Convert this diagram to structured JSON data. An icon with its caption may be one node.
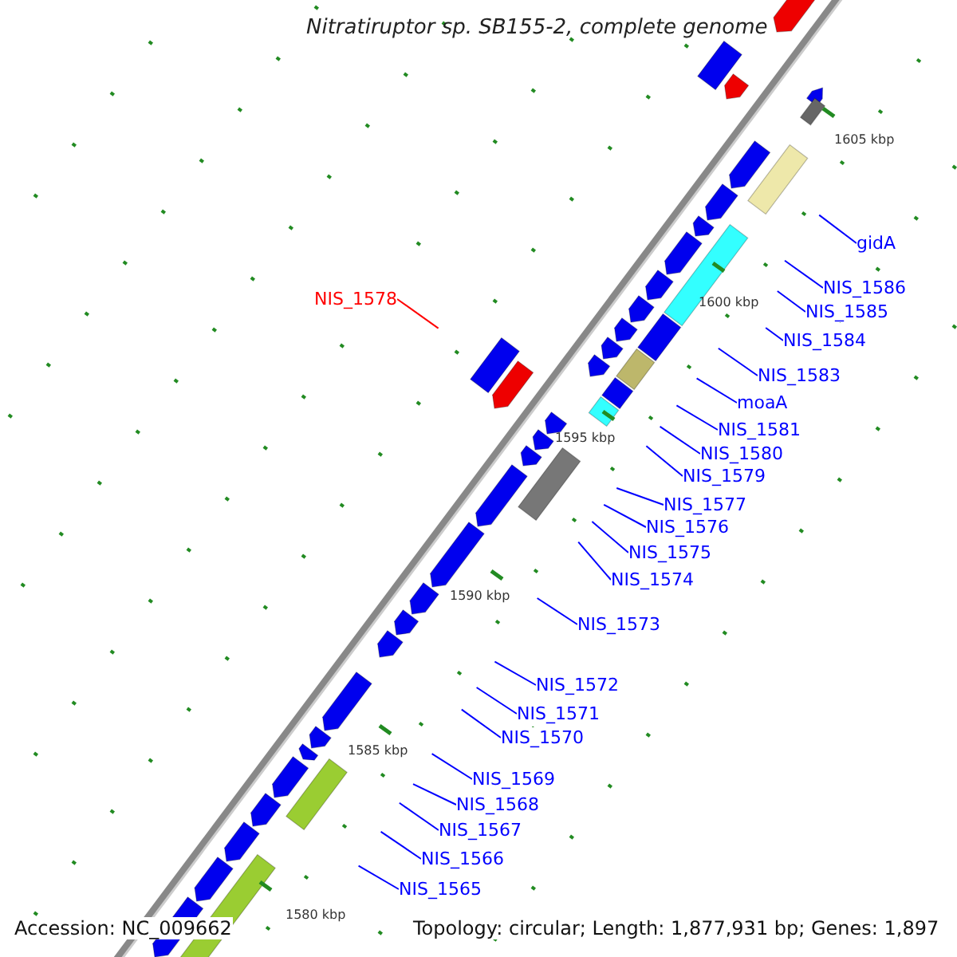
{
  "diagram": {
    "title": "Nitratiruptor sp. SB155-2, complete genome",
    "nodes": [
      {
        "text": [
          "NIS_1578"
        ]
      },
      {
        "text": [
          "gidA"
        ]
      },
      {
        "text": [
          "NIS_1586"
        ]
      },
      {
        "text": [
          "NIS_1585"
        ]
      },
      {
        "text": [
          "NIS_1584"
        ]
      },
      {
        "text": [
          "NIS_1583"
        ]
      },
      {
        "text": [
          "moaA"
        ]
      },
      {
        "text": [
          "NIS_1581"
        ]
      },
      {
        "text": [
          "NIS_1580"
        ]
      },
      {
        "text": [
          "NIS_1579"
        ]
      },
      {
        "text": [
          "NIS_1577"
        ]
      },
      {
        "text": [
          "NIS_1576"
        ]
      },
      {
        "text": [
          "NIS_1575"
        ]
      },
      {
        "text": [
          "NIS_1574"
        ]
      },
      {
        "text": [
          "NIS_1573"
        ]
      },
      {
        "text": [
          "NIS_1572"
        ]
      },
      {
        "text": [
          "NIS_1571"
        ]
      },
      {
        "text": [
          "NIS_1570"
        ]
      },
      {
        "text": [
          "NIS_1569"
        ]
      },
      {
        "text": [
          "NIS_1568"
        ]
      },
      {
        "text": [
          "NIS_1567"
        ]
      },
      {
        "text": [
          "NIS_1566"
        ]
      },
      {
        "text": [
          "NIS_1565"
        ]
      }
    ],
    "edges": [
      {
        "from": 0,
        "to": null,
        "arrow": "none",
        "color": "#ff0000"
      },
      {
        "from": 1,
        "to": null,
        "arrow": "none"
      },
      {
        "from": 2,
        "to": null,
        "arrow": "none"
      },
      {
        "from": 3,
        "to": null,
        "arrow": "none"
      },
      {
        "from": 4,
        "to": null,
        "arrow": "none"
      },
      {
        "from": 5,
        "to": null,
        "arrow": "none"
      },
      {
        "from": 6,
        "to": null,
        "arrow": "none"
      },
      {
        "from": 7,
        "to": null,
        "arrow": "none"
      },
      {
        "from": 8,
        "to": null,
        "arrow": "none"
      },
      {
        "from": 9,
        "to": null,
        "arrow": "none"
      },
      {
        "from": 10,
        "to": null,
        "arrow": "none"
      },
      {
        "from": 11,
        "to": null,
        "arrow": "none"
      },
      {
        "from": 12,
        "to": null,
        "arrow": "none"
      },
      {
        "from": 13,
        "to": null,
        "arrow": "none"
      },
      {
        "from": 14,
        "to": null,
        "arrow": "none"
      },
      {
        "from": 15,
        "to": null,
        "arrow": "none"
      },
      {
        "from": 16,
        "to": null,
        "arrow": "none"
      },
      {
        "from": 17,
        "to": null,
        "arrow": "none"
      },
      {
        "from": 18,
        "to": null,
        "arrow": "none"
      },
      {
        "from": 19,
        "to": null,
        "arrow": "none"
      },
      {
        "from": 20,
        "to": null,
        "arrow": "none"
      },
      {
        "from": 21,
        "to": null,
        "arrow": "none"
      },
      {
        "from": 22,
        "to": null,
        "arrow": "none"
      }
    ],
    "labels": [
      "1605 kbp",
      "1600 kbp",
      "1595 kbp",
      "1590 kbp",
      "1585 kbp",
      "1580 kbp",
      "Accession: NC_009662",
      "Topology: circular; Length: 1,877,931 bp; Genes: 1,897"
    ]
  }
}
